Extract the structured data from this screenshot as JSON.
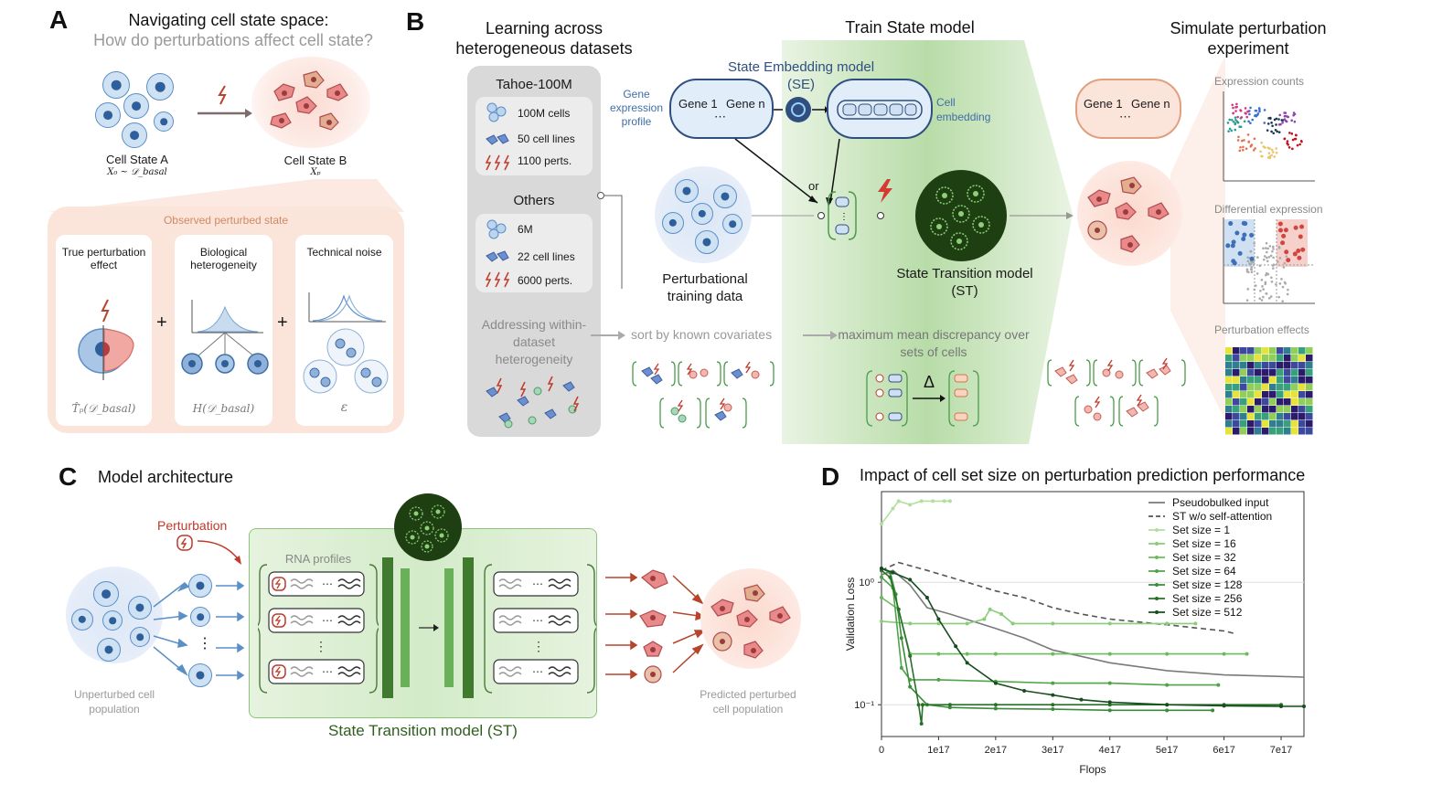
{
  "panelA": {
    "letter": "A",
    "title": "Navigating cell state space:",
    "subtitle": "How do perturbations affect cell state?",
    "stateA": "Cell State A",
    "stateA_formula": "X₀ ~ 𝒟_basal",
    "stateB": "Cell State B",
    "stateB_formula": "Xₚ",
    "observed": "Observed perturbed state",
    "col1": "True perturbation effect",
    "col2": "Biological heterogeneity",
    "col3": "Technical noise",
    "f1": "T̂ₚ(𝒟_basal)",
    "f2": "H(𝒟_basal)",
    "f3": "ε",
    "plus": "+"
  },
  "panelB": {
    "letter": "B",
    "col1_title": "Learning across heterogeneous datasets",
    "col2_title": "Train State model",
    "col3_title": "Simulate perturbation experiment",
    "tahoe": "Tahoe-100M",
    "tahoe_items": [
      "100M cells",
      "50 cell lines",
      "1100 perts."
    ],
    "others": "Others",
    "others_items": [
      "6M",
      "22 cell lines",
      "6000 perts."
    ],
    "addressing": "Addressing within-dataset heterogeneity",
    "se_title": "State Embedding model (SE)",
    "gene_expr": "Gene expression profile",
    "gene1": "Gene 1",
    "genen": "Gene n",
    "dots": "⋯",
    "cell_emb": "Cell embedding",
    "or": "or",
    "pert_train": "Perturbational training data",
    "st_label": "State Transition model (ST)",
    "sort": "sort by known covariates",
    "mmd": "maximum mean discrepancy over sets of cells",
    "delta": "Δ",
    "expr_counts": "Expression counts",
    "diff_expr": "Differential expression",
    "pert_effects": "Perturbation effects"
  },
  "panelC": {
    "letter": "C",
    "title": "Model architecture",
    "perturbation": "Perturbation",
    "rna": "RNA profiles",
    "unpert": "Unperturbed cell population",
    "pred": "Predicted perturbed cell population",
    "st": "State Transition model (ST)"
  },
  "panelD": {
    "letter": "D",
    "title": "Impact of cell set size on perturbation prediction performance",
    "ylabel": "Validation Loss",
    "xlabel": "Flops"
  },
  "chart_data": {
    "type": "line",
    "title": "Impact of cell set size on perturbation prediction performance",
    "xlabel": "Flops",
    "ylabel": "Validation Loss",
    "yscale": "log",
    "xlim": [
      0,
      7.4e+17
    ],
    "ylim": [
      0.055,
      5.5
    ],
    "xticks": [
      0,
      1e+17,
      2e+17,
      3e+17,
      4e+17,
      5e+17,
      6e+17,
      7e+17
    ],
    "xtick_labels": [
      "0",
      "1e17",
      "2e17",
      "3e17",
      "4e17",
      "5e17",
      "6e17",
      "7e17"
    ],
    "yticks": [
      1,
      0.1
    ],
    "ytick_labels": [
      "10⁰",
      "10⁻¹"
    ],
    "legend_position": "top-right",
    "series": [
      {
        "name": "Pseudobulked input",
        "color": "#7a7a7a",
        "style": "solid",
        "markers": false,
        "x": [
          0,
          2e+16,
          5e+16,
          8e+16,
          1.2e+17,
          2e+17,
          2.5e+17,
          3e+17,
          4e+17,
          5e+17,
          6e+17,
          7e+17,
          7.4e+17
        ],
        "y": [
          1.15,
          1.25,
          0.95,
          0.62,
          0.55,
          0.42,
          0.35,
          0.28,
          0.22,
          0.19,
          0.175,
          0.17,
          0.168
        ]
      },
      {
        "name": "ST w/o self-attention",
        "color": "#555555",
        "style": "dashed",
        "markers": false,
        "x": [
          0,
          3e+16,
          8e+16,
          1.5e+17,
          2e+17,
          2.5e+17,
          3e+17,
          3.5e+17,
          4e+17,
          5e+17,
          6e+17,
          6.2e+17
        ],
        "y": [
          1.25,
          1.45,
          1.25,
          1.0,
          0.85,
          0.75,
          0.62,
          0.55,
          0.5,
          0.45,
          0.4,
          0.38
        ]
      },
      {
        "name": "Set size = 1",
        "color": "#b2dfa0",
        "style": "solid",
        "markers": true,
        "x": [
          0,
          2e+16,
          3e+16,
          5e+16,
          7e+16,
          9e+16,
          1.1e+17,
          1.2e+17
        ],
        "y": [
          3.0,
          4.0,
          4.6,
          4.3,
          4.6,
          4.6,
          4.6,
          4.6
        ]
      },
      {
        "name": "Set size = 16",
        "color": "#8bcc7a",
        "style": "solid",
        "markers": true,
        "x": [
          0,
          5e+16,
          1e+17,
          1.5e+17,
          1.8e+17,
          1.9e+17,
          2.1e+17,
          2.3e+17,
          3e+17,
          4e+17,
          5e+17,
          5.5e+17
        ],
        "y": [
          0.48,
          0.46,
          0.46,
          0.46,
          0.5,
          0.6,
          0.55,
          0.46,
          0.46,
          0.46,
          0.46,
          0.46
        ]
      },
      {
        "name": "Set size = 32",
        "color": "#6cbb5f",
        "style": "solid",
        "markers": true,
        "x": [
          0,
          3e+16,
          5e+16,
          1e+17,
          1.5e+17,
          2e+17,
          3e+17,
          4e+17,
          5e+17,
          6e+17,
          6.4e+17
        ],
        "y": [
          0.75,
          0.6,
          0.26,
          0.26,
          0.26,
          0.26,
          0.26,
          0.26,
          0.26,
          0.26,
          0.26
        ]
      },
      {
        "name": "Set size = 64",
        "color": "#4fa449",
        "style": "solid",
        "markers": true,
        "x": [
          0,
          2e+16,
          3.5e+16,
          5e+16,
          1e+17,
          2e+17,
          3e+17,
          4e+17,
          5e+17,
          5.9e+17
        ],
        "y": [
          1.1,
          0.9,
          0.2,
          0.16,
          0.16,
          0.155,
          0.15,
          0.15,
          0.145,
          0.145
        ]
      },
      {
        "name": "Set size = 128",
        "color": "#3a8c3a",
        "style": "solid",
        "markers": true,
        "x": [
          0,
          1.5e+16,
          2.5e+16,
          3.5e+16,
          5e+16,
          8e+16,
          1.2e+17,
          2e+17,
          3e+17,
          4e+17,
          5e+17,
          5.8e+17
        ],
        "y": [
          1.3,
          1.2,
          0.8,
          0.35,
          0.14,
          0.1,
          0.095,
          0.093,
          0.092,
          0.09,
          0.09,
          0.09
        ]
      },
      {
        "name": "Set size = 256",
        "color": "#287028",
        "style": "solid",
        "markers": true,
        "x": [
          0,
          1.5e+16,
          3e+16,
          5e+16,
          6.5e+16,
          7e+16,
          7.2e+16,
          1.2e+17,
          2e+17,
          3e+17,
          4e+17,
          5e+17,
          6e+17,
          7e+17
        ],
        "y": [
          1.25,
          1.1,
          0.6,
          0.25,
          0.1,
          0.07,
          0.1,
          0.1,
          0.1,
          0.1,
          0.1,
          0.1,
          0.1,
          0.1
        ]
      },
      {
        "name": "Set size = 512",
        "color": "#174d1f",
        "style": "solid",
        "markers": true,
        "x": [
          0,
          2e+16,
          5e+16,
          8e+16,
          1e+17,
          1.3e+17,
          1.5e+17,
          2e+17,
          2.5e+17,
          3e+17,
          3.5e+17,
          4e+17,
          5e+17,
          6e+17,
          7e+17,
          7.4e+17
        ],
        "y": [
          1.3,
          1.2,
          1.05,
          0.75,
          0.5,
          0.3,
          0.22,
          0.15,
          0.13,
          0.12,
          0.11,
          0.105,
          0.1,
          0.098,
          0.097,
          0.097
        ]
      }
    ]
  }
}
